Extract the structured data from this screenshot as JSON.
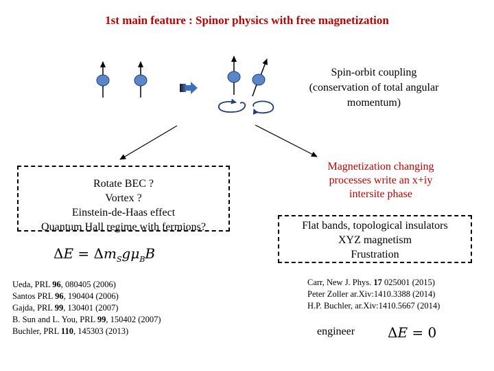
{
  "title": "1st main feature : Spinor physics with free magnetization",
  "spin_orbit": {
    "lines": [
      "Spin-orbit coupling",
      "(conservation of total angular",
      "momentum)"
    ]
  },
  "left_box": {
    "lines": [
      "Rotate BEC ?",
      "Vortex ?",
      "Einstein-de-Haas effect",
      "Quantum Hall regime with fermions?"
    ]
  },
  "magnetization": {
    "lines": [
      "Magnetization changing",
      "processes write an x+iy",
      "intersite phase"
    ]
  },
  "right_box": {
    "lines": [
      "Flat bands, topological insulators",
      "XYZ magnetism",
      "Frustration"
    ]
  },
  "equation_left": {
    "delta": "Δ",
    "E": "E",
    "equals": " = ",
    "m": "m",
    "sub_S": "S",
    "g": "g",
    "mu": "μ",
    "sub_B": "B",
    "B": "B"
  },
  "refs_left": [
    {
      "pre": "Ueda, PRL ",
      "bold": "96",
      "post": ", 080405 (2006)"
    },
    {
      "pre": "Santos PRL ",
      "bold": "96",
      "post": ", 190404 (2006)"
    },
    {
      "pre": "Gajda, PRL ",
      "bold": "99",
      "post": ", 130401 (2007)"
    },
    {
      "pre": "B. Sun and L. You, PRL ",
      "bold": "99",
      "post": ", 150402 (2007)"
    },
    {
      "pre": "Buchler, PRL ",
      "bold": "110",
      "post": ", 145303 (2013)"
    }
  ],
  "refs_right": [
    {
      "pre": "Carr, New J. Phys. ",
      "bold": "17",
      "post": " 025001 (2015)"
    },
    {
      "pre": "Peter Zoller ar.Xiv:1410.3388 (2014)",
      "bold": "",
      "post": ""
    },
    {
      "pre": "H.P. Buchler, ar.Xiv:1410.5667 (2014)",
      "bold": "",
      "post": ""
    }
  ],
  "engineer": {
    "label": "engineer",
    "delta": "Δ",
    "E": "E",
    "rhs": " = 0"
  },
  "colors": {
    "title": "#c00000",
    "atom_fill": "#5b86c8",
    "atom_stroke": "#1f3d7a",
    "arrow_fill": "#3f6fc0",
    "dark_blue": "#1f3d7a",
    "red_text": "#c00000"
  },
  "icons": [
    "spin-up-arrow",
    "blue-atom",
    "right-arrow-icon",
    "rotation-arrow-icon"
  ]
}
